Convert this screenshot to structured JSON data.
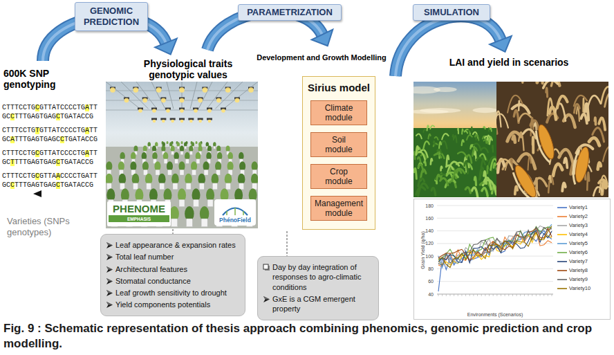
{
  "diagram": {
    "caption": "Fig. 9 : Schematic representation of thesis approach combining phenomics, genomic prediction and crop modelling.",
    "nodes": [
      {
        "text": [
          "GENOMIC PREDICTION"
        ]
      },
      {
        "text": [
          "PARAMETRIZATION"
        ]
      },
      {
        "text": [
          "SIMULATION"
        ]
      },
      {
        "text": [
          "Sirius model"
        ]
      },
      {
        "text": [
          "Climate module"
        ],
        "in": 3
      },
      {
        "text": [
          "Soil module"
        ],
        "in": 3
      },
      {
        "text": [
          "Crop module"
        ],
        "in": 3
      },
      {
        "text": [
          "Management module"
        ],
        "in": 3
      },
      {
        "text": [
          "Leaf appearance & expansion rates",
          "Total leaf number",
          "Architectural features",
          "Stomatal conductance",
          "Leaf growth sensitivity to drought",
          "Yield components potentials"
        ]
      },
      {
        "text": [
          "Day by day integration of responses to agro-climatic conditions",
          "GxE is a CGM emergent property"
        ]
      }
    ],
    "labels": [
      "600K SNP genotyping",
      "CTTTCCTGCGTTATCCCCTGATT",
      "GCCTTTGAGTGAGCTGATACCG",
      "CTTTCCTGTGTTATCCCCTGATT",
      "GCATTTGAGTGAGCCTGATACCG",
      "CTTTCCTGCGTTATCCCCTGATT",
      "GCTTTTGAGTGAGCTGATACCG",
      "CTTTCCTGCGTTAACCCCTGATT",
      "GCCTTTGAGTGAGCTGATACCG",
      "Varieties (SNPs genotypes)",
      "Physiological traits genotypic values",
      "PHENOME",
      "EMPHASIS",
      "PhénoField",
      "Development and Growth Modelling",
      "LAI and yield in scenarios",
      "Grain Yield (q/ha)",
      "180",
      "160",
      "140",
      "120",
      "100",
      "80",
      "60",
      "40",
      "Environments (Scenarios)"
    ],
    "legend": [
      {
        "text": "Variety1",
        "color": "#4472c4"
      },
      {
        "text": "Variety2",
        "color": "#ed7d31"
      },
      {
        "text": "Variety3",
        "color": "#a5a5a5"
      },
      {
        "text": "Variety4",
        "color": "#ffc000"
      },
      {
        "text": "Variety5",
        "color": "#5b9bd5"
      },
      {
        "text": "Variety6",
        "color": "#70ad47"
      },
      {
        "text": "Variety7",
        "color": "#264478"
      },
      {
        "text": "Variety8",
        "color": "#9e480e"
      },
      {
        "text": "Variety9",
        "color": "#636363"
      },
      {
        "text": "Variety10",
        "color": "#997300"
      }
    ]
  }
}
